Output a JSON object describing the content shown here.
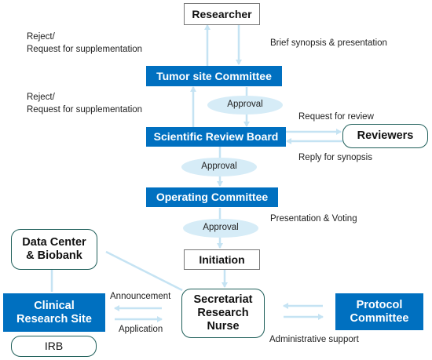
{
  "nodes": {
    "researcher": "Researcher",
    "tumor_site_committee": "Tumor site Committee",
    "scientific_review_board": "Scientific Review Board",
    "reviewers": "Reviewers",
    "operating_committee": "Operating Committee",
    "initiation": "Initiation",
    "data_center_line1": "Data Center",
    "data_center_line2": "& Biobank",
    "clinical_line1": "Clinical",
    "clinical_line2": "Research Site",
    "secretariat_line1": "Secretariat",
    "secretariat_line2": "Research",
    "secretariat_line3": "Nurse",
    "protocol_line1": "Protocol",
    "protocol_line2": "Committee",
    "irb": "IRB"
  },
  "approvals": {
    "approval_1": "Approval",
    "approval_2": "Approval",
    "approval_3": "Approval"
  },
  "labels": {
    "reject_1_line1": "Reject/",
    "reject_1_line2": "Request for supplementation",
    "reject_2_line1": "Reject/",
    "reject_2_line2": "Request for supplementation",
    "brief_synopsis": "Brief synopsis & presentation",
    "request_for_review": "Request for review",
    "reply_for_synopsis": "Reply for synopsis",
    "presentation_voting": "Presentation & Voting",
    "announcement": "Announcement",
    "application": "Application",
    "administrative_support": "Administrative support"
  },
  "colors": {
    "committee_fill": "#0070c0",
    "arrow": "#c5e3f3",
    "approval_fill": "#d6ecf7",
    "rounded_border": "#1f5f5a"
  }
}
